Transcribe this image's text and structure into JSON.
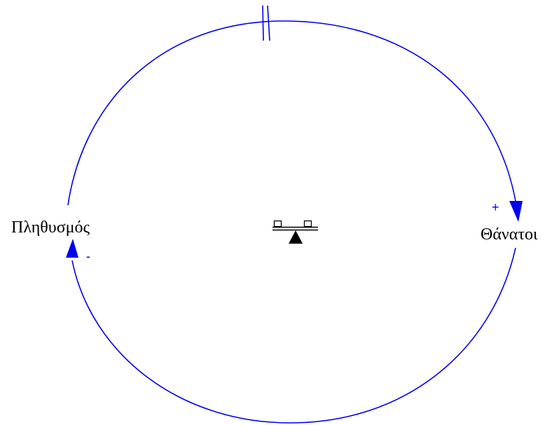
{
  "diagram": {
    "nodes": [
      {
        "id": "population",
        "label": "Πληθυσμός"
      },
      {
        "id": "deaths",
        "label": "Θάνατοι"
      }
    ],
    "links": [
      {
        "from": "population",
        "to": "deaths",
        "polarity": "+",
        "delay": true
      },
      {
        "from": "deaths",
        "to": "population",
        "polarity": "-",
        "delay": false
      }
    ],
    "loop": {
      "type": "balancing",
      "icon": "seesaw-icon"
    },
    "colors": {
      "link": "#0000ee",
      "text": "#000000",
      "icon": "#000000"
    }
  }
}
